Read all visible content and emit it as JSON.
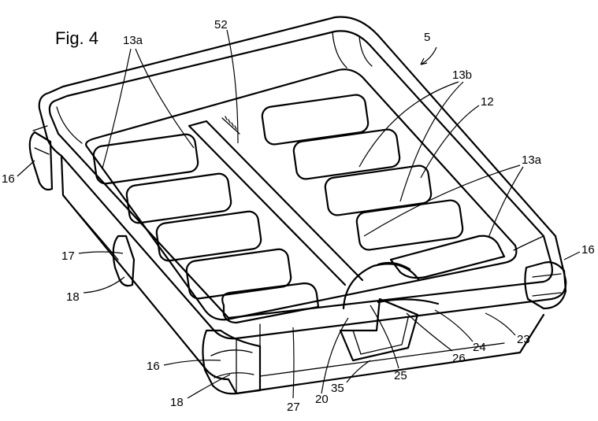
{
  "figure": {
    "title": "Fig. 4",
    "labels": {
      "n5": "5",
      "n52": "52",
      "n13a_top": "13a",
      "n13b": "13b",
      "n12": "12",
      "n13a_right": "13a",
      "n16_left": "16",
      "n16_right": "16",
      "n16_bottom": "16",
      "n17": "17",
      "n18_left": "18",
      "n18_bottom": "18",
      "n23": "23",
      "n24": "24",
      "n25": "25",
      "n26": "26",
      "n20": "20",
      "n27": "27",
      "n35": "35"
    }
  }
}
